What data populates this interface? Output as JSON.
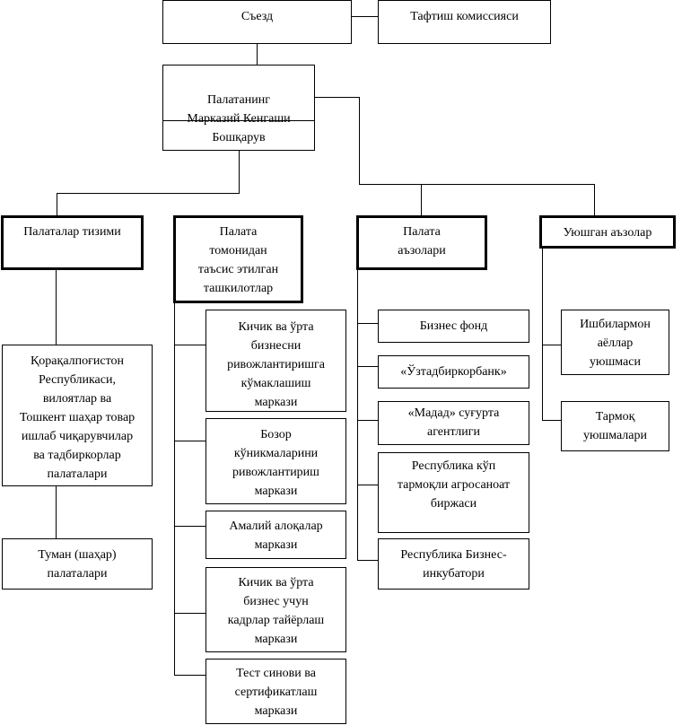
{
  "top": {
    "congress": "Съезд",
    "audit": "Тафтиш комиссияси",
    "council": "Палатанинг\nМарказий Кенгаши",
    "board": "Бошқарув"
  },
  "columns": [
    {
      "title": "Палаталар тизими",
      "items": [
        "Қорақалпоғистон\nРеспубликаси,\nвилоятлар ва\nТошкент шаҳар товар\nишлаб чиқарувчилар\nва тадбиркорлар\nпалаталари",
        "Туман (шаҳар)\nпалаталари"
      ]
    },
    {
      "title": "Палата\nтомонидан\nтаъсис этилган\nташкилотлар",
      "items": [
        "Кичик ва ўрта\nбизнесни\nривожлантиришга\nкўмаклашиш\nмаркази",
        "Бозор\nкўникмаларини\nривожлантириш\nмаркази",
        "Амалий алоқалар\nмаркази",
        "Кичик ва ўрта\nбизнес учун\nкадрлар тайёрлаш\nмаркази",
        "Тест синови ва\nсертификатлаш\nмаркази"
      ]
    },
    {
      "title": "Палата\nаъзолари",
      "items": [
        "Бизнес фонд",
        "«Ўзтадбиркорбанк»",
        "«Мадад» суғурта\nагентлиги",
        "Республика кўп\nтармоқли агросаноат\nбиржаси",
        "Республика Бизнес-\nинкубатори"
      ]
    },
    {
      "title": "Уюшган аъзолар",
      "items": [
        "Ишбилармон\nаёллар\nуюшмаси",
        "Тармоқ\nуюшмалари"
      ]
    }
  ]
}
